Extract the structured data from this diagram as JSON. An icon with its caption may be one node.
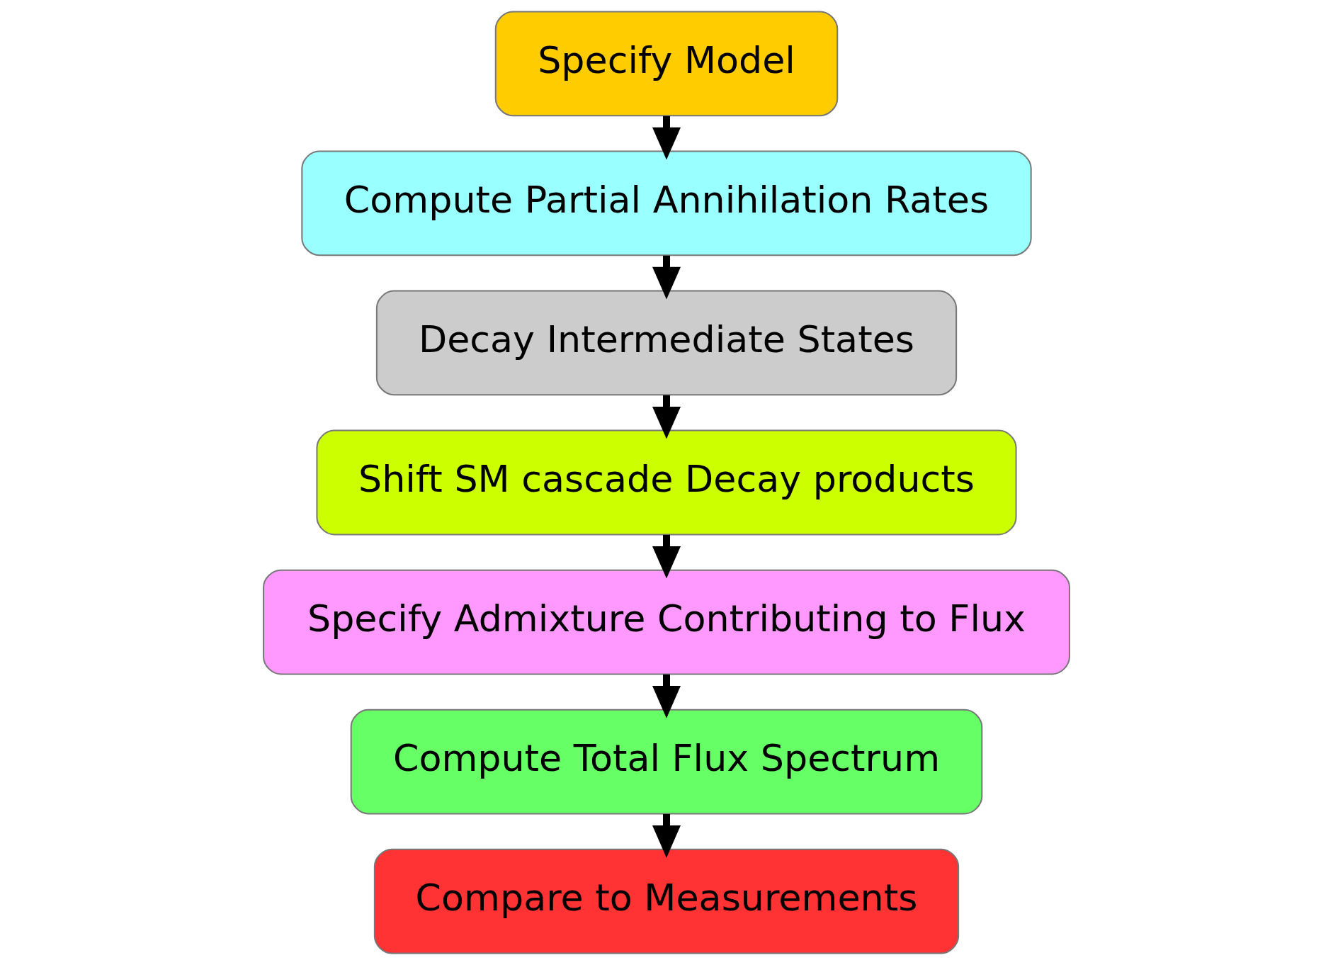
{
  "diagram": {
    "nodes": [
      {
        "text": [
          "Specify Model"
        ]
      },
      {
        "text": [
          "Compute Partial Annihilation Rates"
        ]
      },
      {
        "text": [
          "Decay Intermediate States"
        ]
      },
      {
        "text": [
          "Shift SM cascade Decay products"
        ]
      },
      {
        "text": [
          "Specify Admixture Contributing to Flux"
        ]
      },
      {
        "text": [
          "Compute Total Flux Spectrum"
        ]
      },
      {
        "text": [
          "Compare to Measurements"
        ]
      }
    ],
    "edges": [
      {
        "from": 0,
        "to": 1,
        "arrow": "to"
      },
      {
        "from": 1,
        "to": 2,
        "arrow": "to"
      },
      {
        "from": 2,
        "to": 3,
        "arrow": "to"
      },
      {
        "from": 3,
        "to": 4,
        "arrow": "to"
      },
      {
        "from": 4,
        "to": 5,
        "arrow": "to"
      },
      {
        "from": 5,
        "to": 6,
        "arrow": "to"
      }
    ]
  }
}
